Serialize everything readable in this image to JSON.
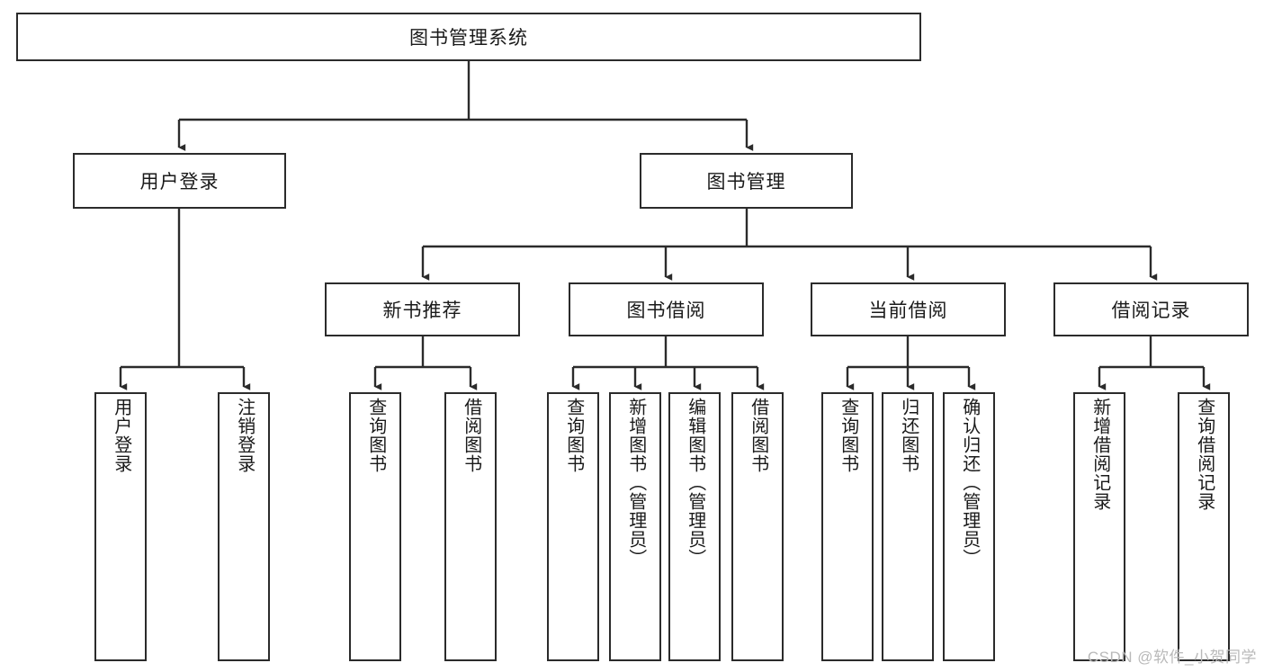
{
  "diagram": {
    "title": "图书管理系统",
    "watermark": "CSDN @软件_小贺同学",
    "line_color": "#2b2b2b",
    "box_fill": "#ffffff",
    "text_color": "#1a1a1a",
    "watermark_color": "#b9b9b9",
    "root": {
      "label": "图书管理系统"
    },
    "level2": [
      {
        "label": "用户登录"
      },
      {
        "label": "图书管理"
      }
    ],
    "level3": [
      {
        "label": "新书推荐"
      },
      {
        "label": "图书借阅"
      },
      {
        "label": "当前借阅"
      },
      {
        "label": "借阅记录"
      }
    ],
    "leaves": {
      "user_login": [
        {
          "label": "用户登录"
        },
        {
          "label": "注销登录"
        }
      ],
      "new_book": [
        {
          "label": "查询图书"
        },
        {
          "label": "借阅图书"
        }
      ],
      "book_borrow": [
        {
          "label": "查询图书"
        },
        {
          "label": "新增图书（管理员）"
        },
        {
          "label": "编辑图书（管理员）"
        },
        {
          "label": "借阅图书"
        }
      ],
      "current_borrow": [
        {
          "label": "查询图书"
        },
        {
          "label": "归还图书"
        },
        {
          "label": "确认归还（管理员）"
        }
      ],
      "borrow_record": [
        {
          "label": "新增借阅记录"
        },
        {
          "label": "查询借阅记录"
        }
      ]
    }
  }
}
